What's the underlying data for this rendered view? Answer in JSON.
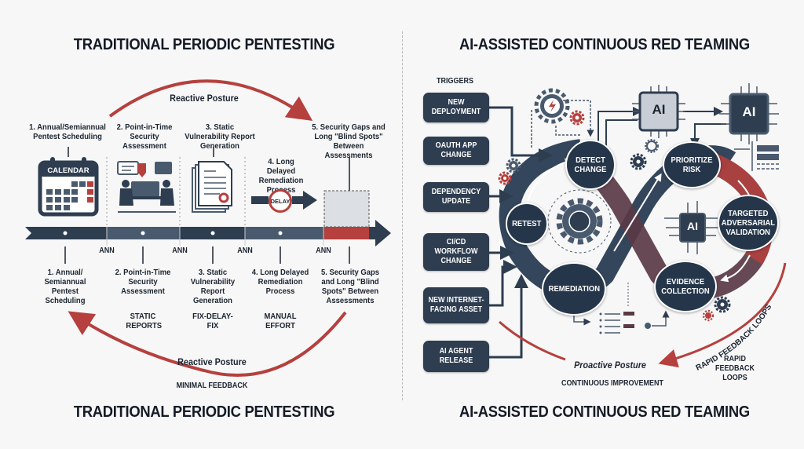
{
  "left": {
    "title": "TRADITIONAL PERIODIC PENTESTING",
    "top_arc_label": "Reactive Posture",
    "top_steps": [
      "1. Annual/Semiannual Pentest Scheduling",
      "2. Point-in-Time Security Assessment",
      "3. Static Vulnerability Report Generation",
      "4. Long Delayed Remediation Process",
      "5. Security Gaps and Long \"Blind Spots\" Between Assessments"
    ],
    "calendar_label": "CALENDAR",
    "delay_label": "DELAY",
    "timeline_markers": [
      "ANN",
      "ANN",
      "ANN",
      "ANN"
    ],
    "bottom_steps": [
      "1. Annual/ Semiannual Pentest Scheduling",
      "2. Point-in-Time Security Assessment",
      "3. Static Vulnerability Report Generation",
      "4. Long Delayed Remediation Process",
      "5. Security Gaps and Long \"Blind Spots\" Between Assessments"
    ],
    "bottom_tags": [
      "STATIC REPORTS",
      "FIX-DELAY-FIX",
      "MANUAL EFFORT"
    ],
    "bottom_arc_label": "Reactive Posture",
    "bottom_caption": "MINIMAL FEEDBACK",
    "footer_title": "TRADITIONAL PERIODIC PENTESTING"
  },
  "right": {
    "title": "AI-ASSISTED CONTINUOUS RED TEAMING",
    "triggers_heading": "TRIGGERS",
    "triggers": [
      "NEW DEPLOYMENT",
      "OAUTH APP CHANGE",
      "DEPENDENCY UPDATE",
      "CI/CD WORKFLOW CHANGE",
      "NEW INTERNET-FACING ASSET",
      "AI AGENT RELEASE"
    ],
    "nodes": {
      "detect": "DETECT CHANGE",
      "prioritize": "PRIORITIZE RISK",
      "validation": "TARGETED ADVERSARIAL VALIDATION",
      "evidence": "EVIDENCE COLLECTION",
      "remediation": "REMEDIATION",
      "retest": "RETEST"
    },
    "ai_chip_label": "AI",
    "arc_label": "Proactive Posture",
    "arc_caption": "CONTINUOUS IMPROVEMENT",
    "curved_label": "RAPID FEEDBACK LOOPS",
    "side_label": "RAPID FEEDBACK LOOPS",
    "footer_title": "AI-ASSISTED CONTINUOUS RED TEAMING"
  },
  "colors": {
    "navy": "#26364a",
    "slate": "#4a5a6e",
    "red": "#b5403e",
    "background": "#f7f7f7"
  }
}
